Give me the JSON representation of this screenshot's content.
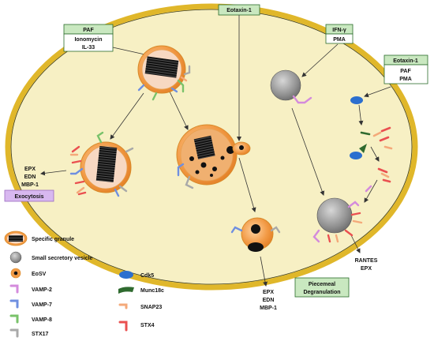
{
  "stimuli": {
    "left": {
      "header": "PAF",
      "lines": [
        "Ionomycin",
        "IL-33"
      ]
    },
    "top": {
      "header": "Eotaxin-1"
    },
    "ifn": {
      "header": "IFN-γ",
      "lines": [
        "PMA"
      ]
    },
    "right": {
      "header": "Eotaxin-1",
      "lines": [
        "PAF",
        "PMA"
      ]
    }
  },
  "outputs": {
    "exocytosis": {
      "lines": [
        "EPX",
        "EDN",
        "MBP-1"
      ],
      "label": "Exocytosis"
    },
    "bottom": {
      "lines": [
        "EPX",
        "EDN",
        "MBP-1"
      ]
    },
    "piecemeal": {
      "lines": [
        "RANTES",
        "EPX"
      ],
      "label_lines": [
        "Piecemeal",
        "Degranulation"
      ]
    }
  },
  "legend": {
    "col1": [
      {
        "icon": "specific-granule-icon",
        "label": "Specific granule"
      },
      {
        "icon": "small-secretory-vesicle-icon",
        "label": "Small secretory vesicle"
      },
      {
        "icon": "eosv-icon",
        "label": "EoSV"
      },
      {
        "icon": "vamp-2-icon",
        "label": "VAMP-2"
      },
      {
        "icon": "vamp-7-icon",
        "label": "VAMP-7"
      },
      {
        "icon": "vamp-8-icon",
        "label": "VAMP-8"
      },
      {
        "icon": "stx17-icon",
        "label": "STX17"
      }
    ],
    "col2": [
      {
        "icon": "cdk5-icon",
        "label": "Cdk5"
      },
      {
        "icon": "munc18c-icon",
        "label": "Munc18c"
      },
      {
        "icon": "snap23-icon",
        "label": "SNAP23"
      },
      {
        "icon": "stx4-icon",
        "label": "STX4"
      }
    ]
  },
  "colors": {
    "cytoplasm": "#f7f0c4",
    "membrane": "#e0b72a",
    "box_fill": "#c9e8c0",
    "purple_box": "#d8b8f0",
    "granule_orange": "#f29a45",
    "vesicle_gray": "#8a8a8a",
    "vamp2": "#d48bdc",
    "vamp7": "#6f8fe0",
    "vamp8": "#79c26a",
    "stx17": "#a9a9a9",
    "cdk5": "#2c6fcf",
    "munc18c": "#2f6a2f",
    "snap23": "#f4a97a",
    "stx4": "#ea5050"
  }
}
